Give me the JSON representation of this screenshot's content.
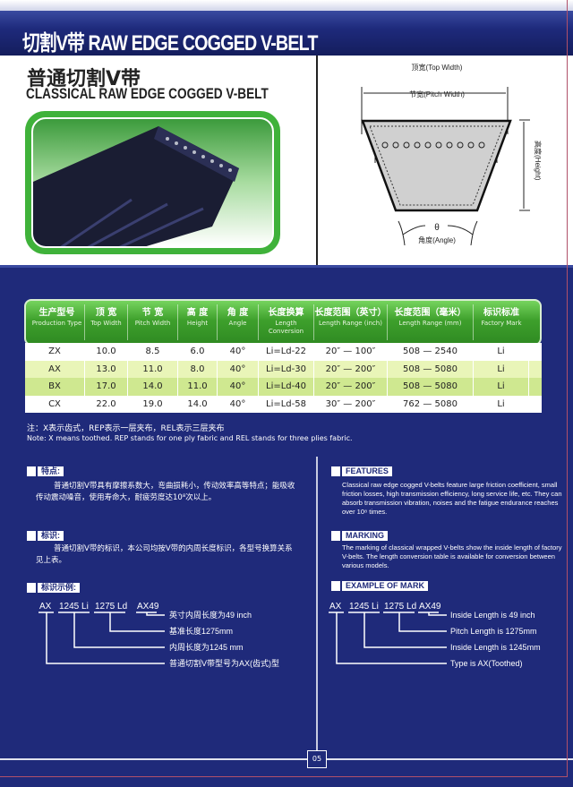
{
  "header": {
    "title": "切割V带  RAW EDGE COGGED V-BELT"
  },
  "product": {
    "title_cn": "普通切割V带",
    "title_en": "CLASSICAL RAW EDGE COGGED V-BELT"
  },
  "diagram": {
    "top_width": "顶宽(Top Width)",
    "pitch_width": "节宽(Pitch Width)",
    "height": "高度(Height)",
    "angle_symbol": "θ",
    "angle": "角度(Angle)"
  },
  "table": {
    "headers": [
      {
        "cn": "生产型号",
        "en": "Production Type"
      },
      {
        "cn": "顶 宽",
        "en": "Top Width"
      },
      {
        "cn": "节 宽",
        "en": "Pitch Width"
      },
      {
        "cn": "高 度",
        "en": "Height"
      },
      {
        "cn": "角 度",
        "en": "Angle"
      },
      {
        "cn": "长度换算",
        "en": "Length Conversion"
      },
      {
        "cn": "长度范围（英寸）",
        "en": "Length Range (inch)"
      },
      {
        "cn": "长度范围（毫米）",
        "en": "Length Range (mm)"
      },
      {
        "cn": "标识标准",
        "en": "Factory Mark"
      }
    ],
    "rows": [
      [
        "ZX",
        "10.0",
        "8.5",
        "6.0",
        "40°",
        "Li=Ld-22",
        "20″ — 100″",
        "508 — 2540",
        "Li"
      ],
      [
        "AX",
        "13.0",
        "11.0",
        "8.0",
        "40°",
        "Li=Ld-30",
        "20″ — 200″",
        "508 — 5080",
        "Li"
      ],
      [
        "BX",
        "17.0",
        "14.0",
        "11.0",
        "40°",
        "Li=Ld-40",
        "20″ — 200″",
        "508 — 5080",
        "Li"
      ],
      [
        "CX",
        "22.0",
        "19.0",
        "14.0",
        "40°",
        "Li=Ld-58",
        "30″ — 200″",
        "762 — 5080",
        "Li"
      ]
    ]
  },
  "notes": {
    "cn": "注：X表示齿式，REP表示一层夹布，REL表示三层夹布",
    "en": "Note: X means toothed. REP stands for one ply fabric and REL stands for three plies fabric."
  },
  "left": {
    "features_label": "特点:",
    "features_text": "普通切割V带具有摩擦系数大，弯曲损耗小，传动效率高等特点；能吸收传动震动噪音，使用寿命大，耐疲劳度达10⁸次以上。",
    "marking_label": "标识:",
    "marking_text": "普通切割V带的标识，本公司均按V带的内周长度标识，各型号换算关系见上表。",
    "example_label": "标识示例:",
    "codes": [
      "AX",
      "1245 Li",
      "1275 Ld",
      "AX49"
    ],
    "explanations": [
      "英寸内周长度为49 inch",
      "基准长度1275mm",
      "内周长度为1245 mm",
      "普通切割V带型号为AX(齿式)型"
    ]
  },
  "right": {
    "features_label": "FEATURES",
    "features_text": "Classical raw edge cogged V-belts feature large friction coefficient, small friction losses, high transmission efficiency, long service life, etc. They can absorb transmission vibration, noises and the fatigue endurance reaches over 10⁸ times.",
    "marking_label": "MARKING",
    "marking_text": "The marking of classical wrapped V-belts show the inside length of factory V-belts. The length conversion table is available for conversion between various models.",
    "example_label": "EXAMPLE OF MARK",
    "codes": [
      "AX",
      "1245 Li",
      "1275 Ld",
      "AX49"
    ],
    "explanations": [
      "Inside Length is 49 inch",
      "Pitch Length is 1275mm",
      "Inside Length is 1245mm",
      "Type is AX(Toothed)"
    ]
  },
  "page_number": "05"
}
